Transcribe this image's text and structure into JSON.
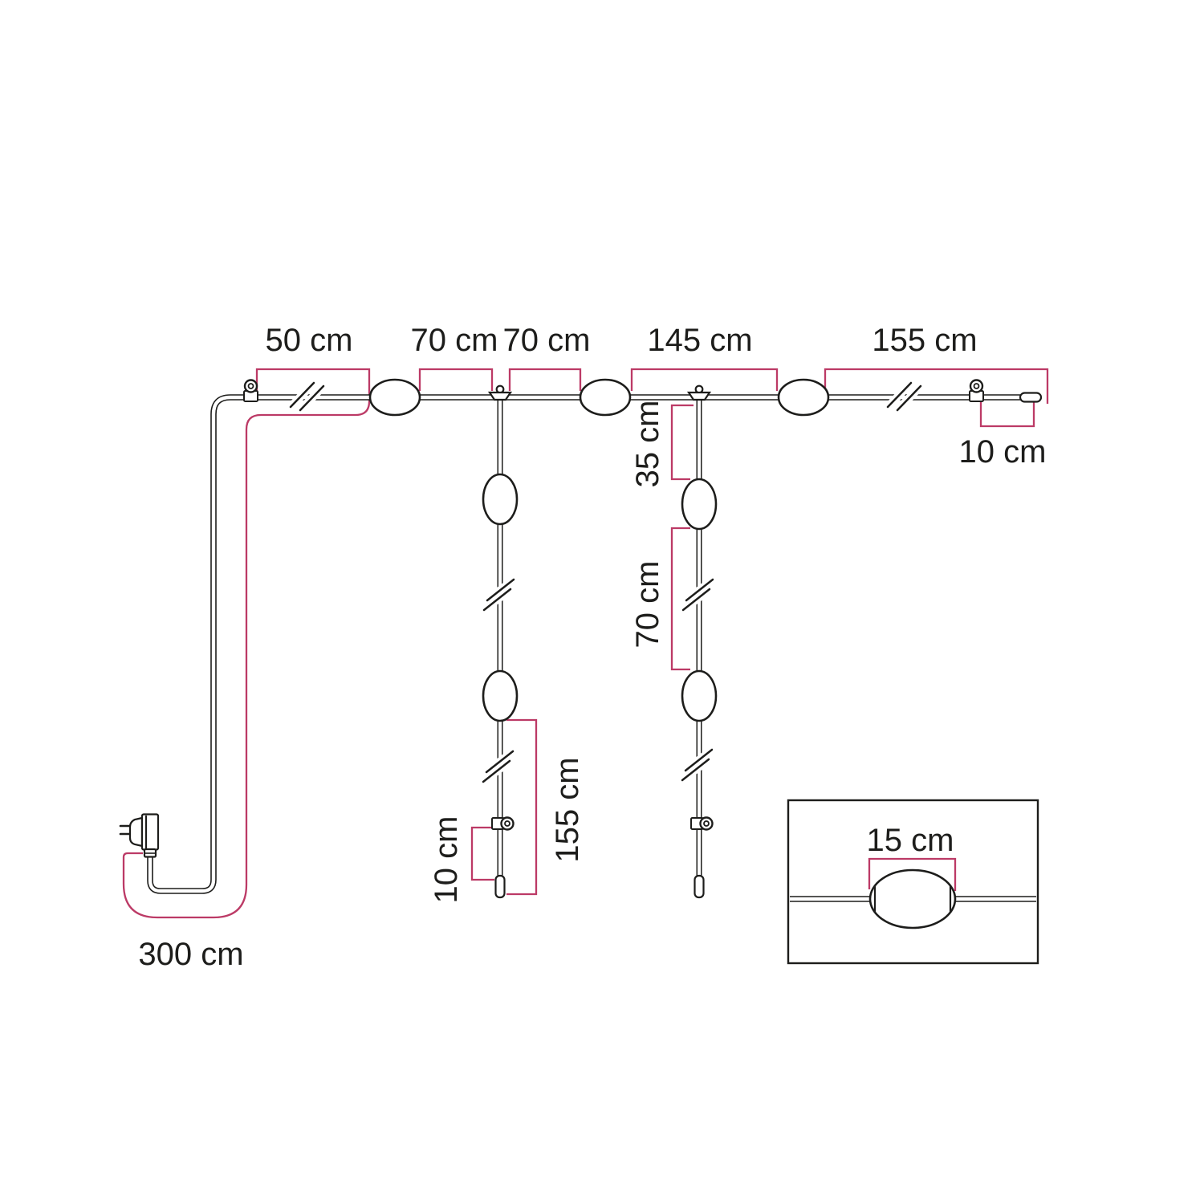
{
  "diagram": {
    "title": "string light cable dimension diagram",
    "colors": {
      "accent": "#bc3a66",
      "line": "#1d1d1b",
      "background": "#ffffff"
    },
    "labels": {
      "top_segments": [
        "50 cm",
        "70 cm",
        "70 cm",
        "145 cm",
        "155 cm"
      ],
      "right_end_offset": "10 cm",
      "drop1_length": "155 cm",
      "drop1_end_offset": "10 cm",
      "drop2_upper_segment": "35 cm",
      "drop2_lower_segment": "70 cm",
      "power_cable_length": "300 cm",
      "lampholder_width": "15 cm"
    },
    "components": {
      "lamp_holder_count": 8,
      "hook_count": 4,
      "tee_connector_count": 2,
      "has_power_plug": true,
      "has_detail_inset": true
    }
  }
}
